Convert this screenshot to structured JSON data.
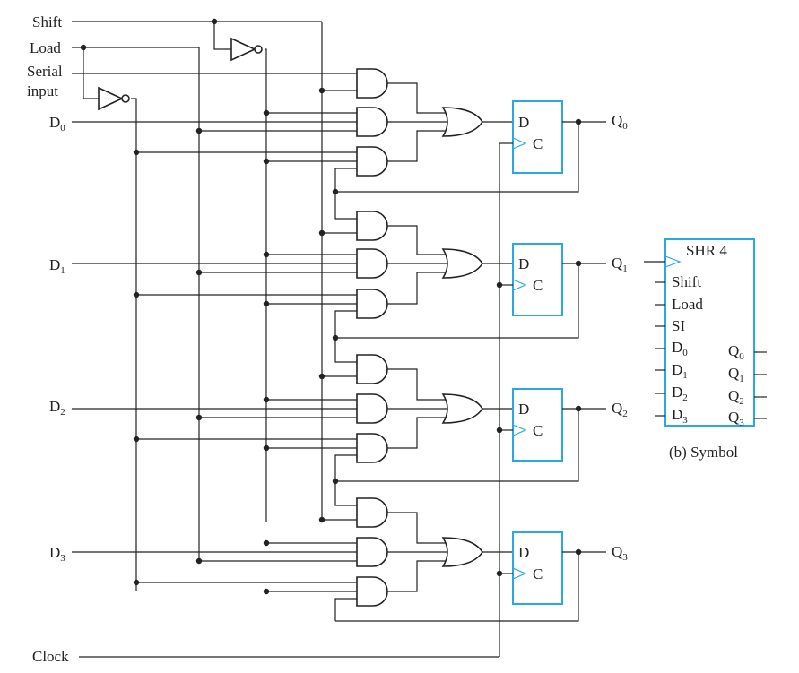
{
  "inputs": {
    "shift": "Shift",
    "load": "Load",
    "serial_1": "Serial",
    "serial_2": "input",
    "clock": "Clock"
  },
  "data_inputs": [
    {
      "base": "D",
      "sub": "0"
    },
    {
      "base": "D",
      "sub": "1"
    },
    {
      "base": "D",
      "sub": "2"
    },
    {
      "base": "D",
      "sub": "3"
    }
  ],
  "outputs": [
    {
      "base": "Q",
      "sub": "0"
    },
    {
      "base": "Q",
      "sub": "1"
    },
    {
      "base": "Q",
      "sub": "2"
    },
    {
      "base": "Q",
      "sub": "3"
    }
  ],
  "flipflop": {
    "d_label": "D",
    "c_label": "C"
  },
  "symbol": {
    "title": "SHR 4",
    "shift": "Shift",
    "load": "Load",
    "si": "SI",
    "d_inputs": [
      {
        "base": "D",
        "sub": "0"
      },
      {
        "base": "D",
        "sub": "1"
      },
      {
        "base": "D",
        "sub": "2"
      },
      {
        "base": "D",
        "sub": "3"
      }
    ],
    "q_outputs": [
      {
        "base": "Q",
        "sub": "0"
      },
      {
        "base": "Q",
        "sub": "1"
      },
      {
        "base": "Q",
        "sub": "2"
      },
      {
        "base": "Q",
        "sub": "3"
      }
    ],
    "caption": "(b) Symbol"
  },
  "colors": {
    "flipflop_border": "#29a9df",
    "wire": "#222222"
  }
}
